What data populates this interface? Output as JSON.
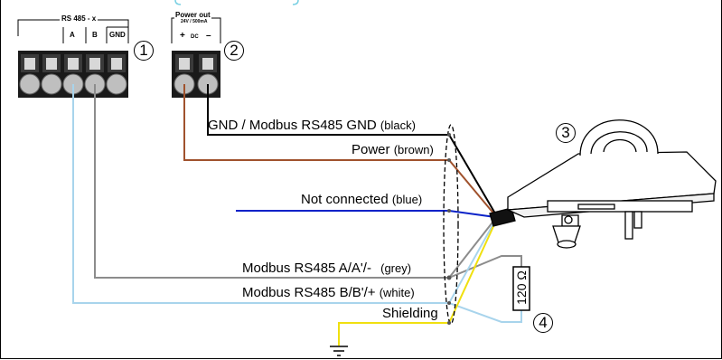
{
  "connectors": {
    "rs485": {
      "header": "RS 485 - x",
      "pins": [
        "A",
        "B",
        "GND"
      ],
      "callout": "1"
    },
    "power": {
      "header": "Power out",
      "rating": "24V / 500mA",
      "pins": [
        "+",
        "DC",
        "–"
      ],
      "callout": "2"
    }
  },
  "sensor": {
    "callout": "3",
    "icon": "pyranometer-icon"
  },
  "resistor": {
    "label": "120 Ω",
    "callout": "4"
  },
  "wires": [
    {
      "label": "GND / Modbus RS485 GND",
      "color_name": "(black)",
      "hex": "#000000"
    },
    {
      "label": "Power",
      "color_name": "(brown)",
      "hex": "#a0522d"
    },
    {
      "label": "Not connected",
      "color_name": "(blue)",
      "hex": "#0a22c8"
    },
    {
      "label": "Modbus RS485 A/A'/-",
      "color_name": "(grey)",
      "hex": "#8c8c8c"
    },
    {
      "label": "Modbus RS485 B/B'/+",
      "color_name": "(white)",
      "hex": "#a8d4ec"
    },
    {
      "label": "Shielding",
      "color_name": "",
      "hex": "#f0e010"
    }
  ],
  "ground": {
    "icon": "ground-symbol-icon"
  }
}
